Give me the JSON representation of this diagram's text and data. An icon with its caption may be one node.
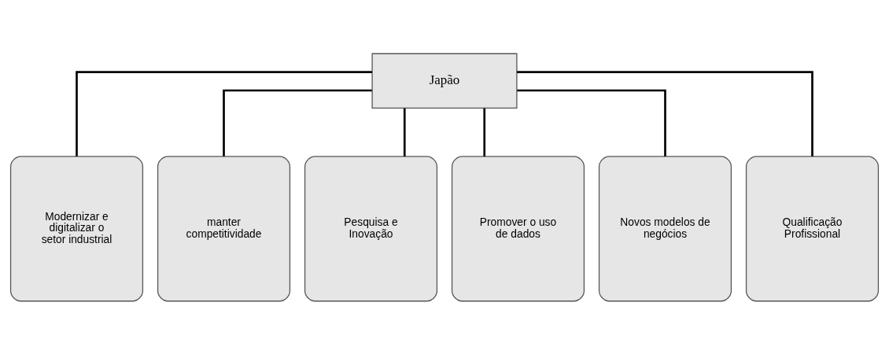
{
  "diagram": {
    "nodes": [
      {
        "text": [
          "Japão"
        ]
      },
      {
        "text": [
          "Modernizar e digitalizar o setor industrial"
        ]
      },
      {
        "text": [
          "manter competitividade"
        ]
      },
      {
        "text": [
          "Pesquisa e Inovação"
        ]
      },
      {
        "text": [
          "Promover o uso de dados"
        ]
      },
      {
        "text": [
          "Novos modelos de negócios"
        ]
      },
      {
        "text": [
          "Qualificação Profissional"
        ]
      }
    ],
    "edges": [
      {
        "from": 0,
        "to": 1,
        "arrow": "none"
      },
      {
        "from": 0,
        "to": 2,
        "arrow": "none"
      },
      {
        "from": 0,
        "to": 3,
        "arrow": "none"
      },
      {
        "from": 0,
        "to": 4,
        "arrow": "none"
      },
      {
        "from": 0,
        "to": 5,
        "arrow": "none"
      },
      {
        "from": 0,
        "to": 6,
        "arrow": "none"
      }
    ]
  }
}
